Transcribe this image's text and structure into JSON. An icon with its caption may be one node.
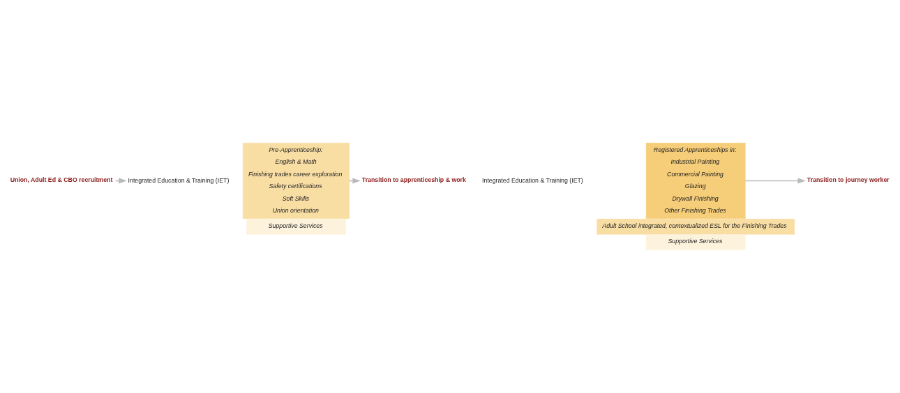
{
  "diagram": {
    "nodes": [
      {
        "text": [
          "Union, Adult Ed & CBO recruitment"
        ]
      },
      {
        "text": [
          "Integrated Education & Training (IET)"
        ]
      },
      {
        "text": [
          "Pre-Apprenticeship:",
          "English & Math",
          "Finishing trades career exploration",
          "Safety certifications",
          "Soft Skills",
          "Union orientation"
        ]
      },
      {
        "text": [
          "Supportive Services"
        ]
      },
      {
        "text": [
          "Transition to apprenticeship & work"
        ]
      },
      {
        "text": [
          "Integrated Education & Training (IET)"
        ]
      },
      {
        "text": [
          "Registered Apprenticeships in:",
          "Industrial Painting",
          "Commercial Painting",
          "Glazing",
          "Drywall Finishing",
          "Other Finishing Trades"
        ]
      },
      {
        "text": [
          "Adult School integrated, contextualized ESL for the Finishing Trades"
        ]
      },
      {
        "text": [
          "Supportive Services"
        ]
      },
      {
        "text": [
          "Transition to journey worker"
        ]
      }
    ],
    "edges": [
      {
        "from": 0,
        "to": 1,
        "arrow": "to"
      },
      {
        "from": 2,
        "to": 4,
        "arrow": "to"
      },
      {
        "from": 6,
        "to": 9,
        "arrow": "to"
      }
    ]
  }
}
